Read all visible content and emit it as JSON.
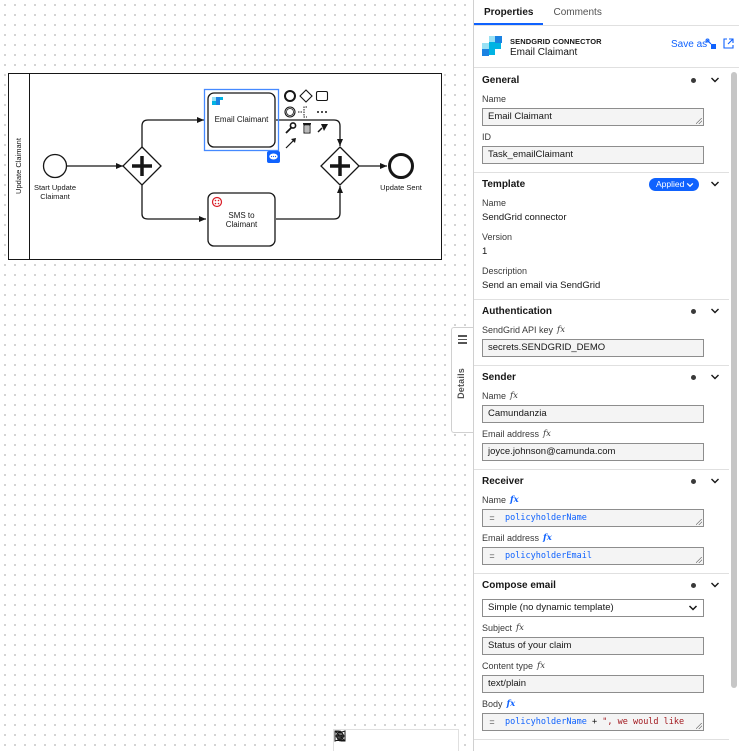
{
  "diagram": {
    "pool_label": "Update Claimant",
    "start_event": "Start Update\nClaimant",
    "start_event_line1": "Start Update",
    "start_event_line2": "Claimant",
    "task_email": "Email Claimant",
    "task_sms_line1": "SMS to",
    "task_sms_line2": "Claimant",
    "end_event": "Update Sent"
  },
  "details_tab": {
    "label": "Details"
  },
  "tabs": [
    {
      "label": "Properties"
    },
    {
      "label": "Comments"
    }
  ],
  "header": {
    "type": "SENDGRID CONNECTOR",
    "name": "Email Claimant",
    "save_as": "Save as"
  },
  "groups": {
    "general": {
      "title": "General",
      "name_label": "Name",
      "name_value": "Email Claimant",
      "id_label": "ID",
      "id_value": "Task_emailClaimant"
    },
    "template": {
      "title": "Template",
      "badge": "Applied",
      "name_label": "Name",
      "name_value": "SendGrid connector",
      "version_label": "Version",
      "version_value": "1",
      "description_label": "Description",
      "description_value": "Send an email via SendGrid"
    },
    "authentication": {
      "title": "Authentication",
      "api_key_label": "SendGrid API key",
      "api_key_value": "secrets.SENDGRID_DEMO"
    },
    "sender": {
      "title": "Sender",
      "name_label": "Name",
      "name_value": "Camundanzia",
      "email_label": "Email address",
      "email_value": "joyce.johnson@camunda.com"
    },
    "receiver": {
      "title": "Receiver",
      "name_label": "Name",
      "name_value": "policyholderName",
      "email_label": "Email address",
      "email_value": "policyholderEmail"
    },
    "compose": {
      "title": "Compose email",
      "mode_value": "Simple (no dynamic template)",
      "subject_label": "Subject",
      "subject_value": "Status of your claim",
      "content_type_label": "Content type",
      "content_type_value": "text/plain",
      "body_label": "Body",
      "body_var": "policyholderName",
      "body_op": " + ",
      "body_str": "\", we would like"
    }
  },
  "fx_symbol": "fx",
  "feel_eq": "=",
  "colors": {
    "accent": "#0f62fe",
    "selection": "#4589ff",
    "sms_icon": "#da1e28"
  }
}
